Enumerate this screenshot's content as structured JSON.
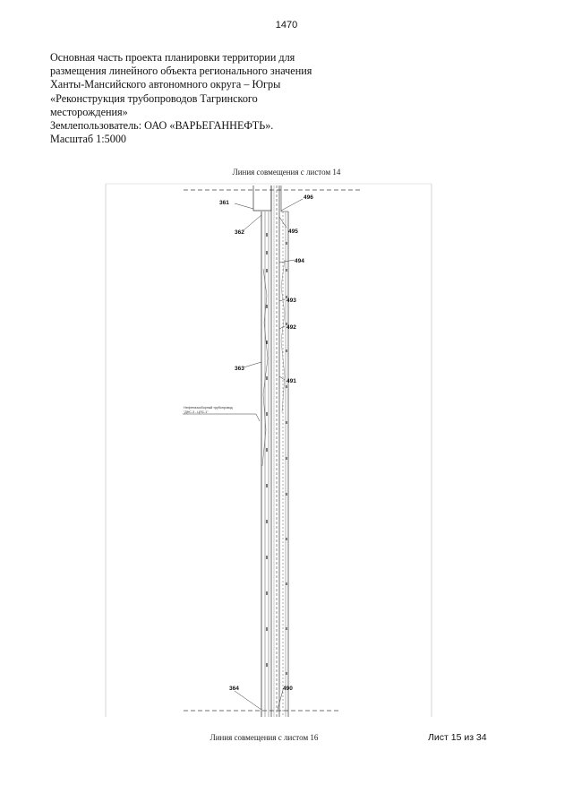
{
  "page_number": "1470",
  "header_lines": [
    "Основная часть проекта планировки территории для",
    "размещения линейного объекта регионального значения",
    "Ханты-Мансийского автономного округа – Югры",
    "«Реконструкция трубопроводов Тагринского",
    "месторождения»",
    "Землепользователь: ОАО «ВАРЬЕГАННЕФТЬ».",
    "Масштаб 1:5000"
  ],
  "match_line_top": "Линия совмещения с листом 14",
  "match_line_bottom": "Линия совмещения с листом 16",
  "sheet_label": "Лист 15 из 34",
  "map": {
    "point_labels_left": [
      "361",
      "362",
      "363",
      "364"
    ],
    "point_labels_right": [
      "496",
      "495",
      "494",
      "493",
      "492",
      "491",
      "490"
    ],
    "annotation_lines": [
      "Нефтегазосборный трубопровод",
      "\"ДНС-3 - ЦПС-1\""
    ]
  }
}
